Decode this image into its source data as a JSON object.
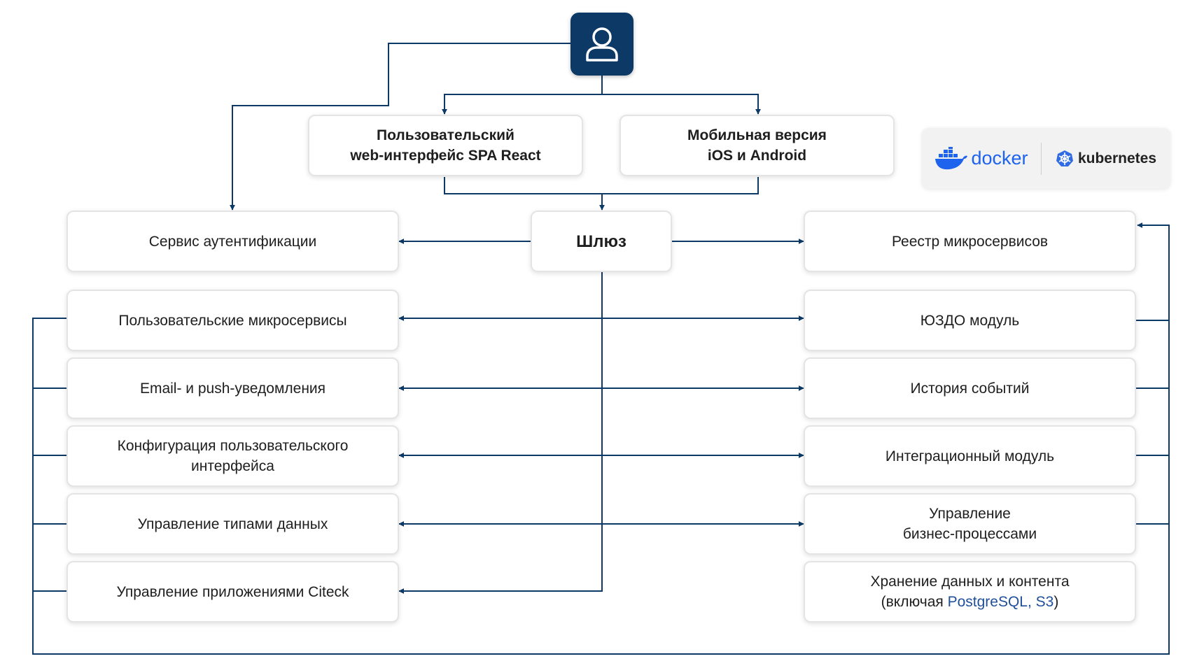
{
  "user": {
    "icon": "user-icon"
  },
  "clients": {
    "web": {
      "line1": "Пользовательский",
      "line2": "web-интерфейс SPA React"
    },
    "mobile": {
      "line1": "Мобильная версия",
      "line2": "iOS и Android"
    }
  },
  "gateway": {
    "label": "Шлюз"
  },
  "left": {
    "auth": "Сервис аутентификации",
    "user_microservices": "Пользовательские микросервисы",
    "notifications": "Email- и push-уведомления",
    "ui_config_line1": "Конфигурация пользовательского",
    "ui_config_line2": "интерфейса",
    "data_types": "Управление типами данных",
    "apps": "Управление приложениями Citeck"
  },
  "right": {
    "registry": "Реестр микросервисов",
    "edm": "ЮЗДО модуль",
    "event_history": "История событий",
    "integration": "Интеграционный модуль",
    "bpm_line1": "Управление",
    "bpm_line2": "бизнес-процессами",
    "storage_line1": "Хранение данных и контента",
    "storage_prefix": "(включая ",
    "storage_highlight": "PostgreSQL, S3",
    "storage_suffix": ")"
  },
  "logos": {
    "docker": "docker",
    "kubernetes": "kubernetes",
    "docker_icon": "docker-whale-icon",
    "kubernetes_icon": "kubernetes-wheel-icon"
  },
  "colors": {
    "connector": "#0d3966",
    "user_box": "#0d3966",
    "docker": "#1d63ed",
    "kubernetes": "#326ce5",
    "highlight": "#1f4f9b"
  }
}
